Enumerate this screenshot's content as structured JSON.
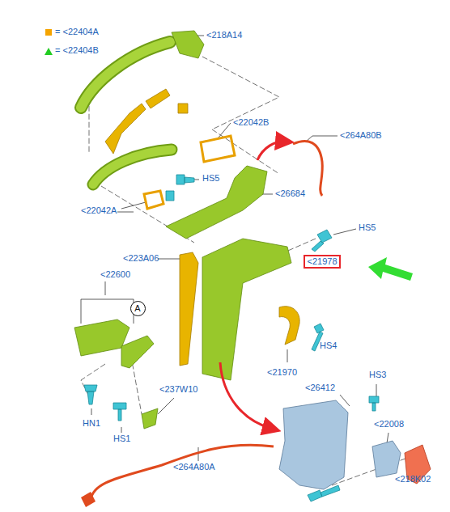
{
  "diagram": {
    "nodes": [
      {
        "text": [
          "<21978"
        ]
      },
      {
        "text": [
          "A"
        ]
      }
    ],
    "edges": [],
    "labels": [
      "<218A14",
      "<22042B",
      "<264A80B",
      "HS5",
      "<26684",
      "<22042A",
      "HS5",
      "<223A06",
      "<22600",
      "HS4",
      "<21970",
      "HS3",
      "<26412",
      "<237W10",
      "HN1",
      "<22008",
      "HS1",
      "<264A80A",
      "<218K02"
    ],
    "legend": [
      {
        "text": "= <22404A",
        "color": "#f5a400"
      },
      {
        "text": "= <22404B"
      }
    ]
  }
}
